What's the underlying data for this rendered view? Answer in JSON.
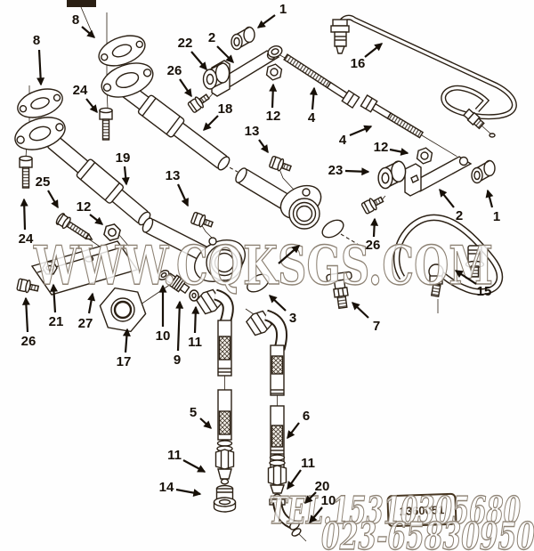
{
  "diagram": {
    "watermark": {
      "site": "WWW.CQKSGS.COM",
      "tel1": "TEL.15310305680",
      "tel2": "023-65830950"
    },
    "plate_label": "1360051",
    "callouts": [
      "1",
      "8",
      "8",
      "2",
      "22",
      "26",
      "24",
      "12",
      "16",
      "4",
      "18",
      "13",
      "4",
      "12",
      "23",
      "2",
      "1",
      "26",
      "15",
      "24",
      "25",
      "12",
      "19",
      "13",
      "3",
      "7",
      "21",
      "27",
      "26",
      "17",
      "10",
      "9",
      "11",
      "5",
      "6",
      "11",
      "14",
      "11",
      "20",
      "10"
    ]
  }
}
